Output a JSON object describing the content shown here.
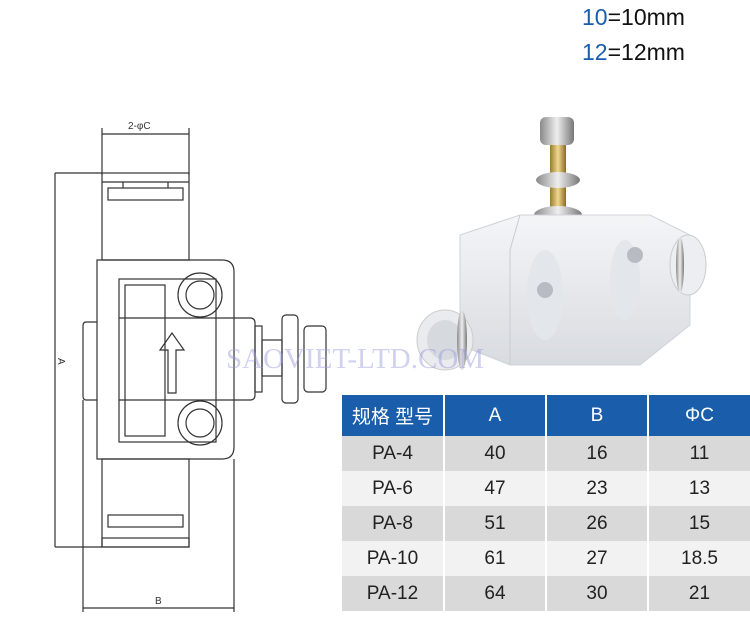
{
  "legend": [
    {
      "code": "10",
      "text": "=10mm"
    },
    {
      "code": "12",
      "text": "=12mm"
    }
  ],
  "drawing": {
    "label_diameter": "2-φC",
    "label_a": "A",
    "label_b": "B"
  },
  "watermark": "SAOVIET-LTD.COM",
  "table": {
    "headers": [
      "规格 型号",
      "A",
      "B",
      "ΦC"
    ],
    "rows": [
      [
        "PA-4",
        "40",
        "16",
        "11"
      ],
      [
        "PA-6",
        "47",
        "23",
        "13"
      ],
      [
        "PA-8",
        "51",
        "26",
        "15"
      ],
      [
        "PA-10",
        "61",
        "27",
        "18.5"
      ],
      [
        "PA-12",
        "64",
        "30",
        "21"
      ]
    ]
  },
  "colors": {
    "header": "#1a5eab",
    "row_dark": "#d9d9d9",
    "row_light": "#f2f2f2",
    "code": "#1a5eab"
  }
}
